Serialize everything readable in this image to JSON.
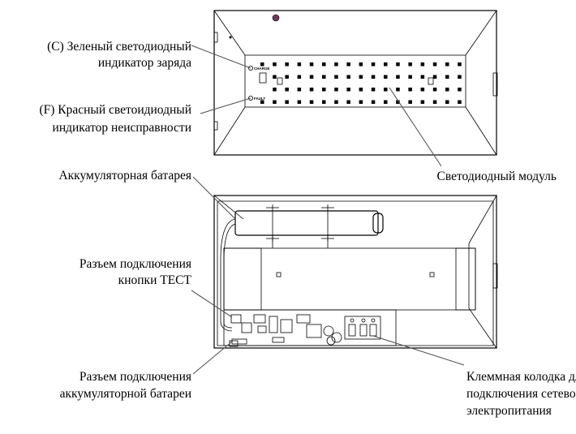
{
  "labels": {
    "charge_led": [
      "(C) Зеленый светодиодный",
      "индикатор заряда"
    ],
    "fault_led": [
      "(F) Красный светоидиодный",
      "индикатор неисправности"
    ],
    "led_module": [
      "Светодиодный модуль"
    ],
    "battery": [
      "Аккумуляторная батарея"
    ],
    "test_connector": [
      "Разъем подключения",
      "кнопки ТЕСТ"
    ],
    "battery_connector": [
      "Разъем подключения",
      "аккумуляторной батареи"
    ],
    "terminal_block": [
      "Клеммная колодка для",
      "подключения сетевого",
      "электропитания"
    ]
  },
  "panel_marks": {
    "charge": "CHARGE",
    "fault": "FAULT"
  },
  "icons": [
    "screw-icon",
    "led-grid-icon",
    "pcb-icon",
    "battery-icon",
    "terminal-block-icon"
  ]
}
